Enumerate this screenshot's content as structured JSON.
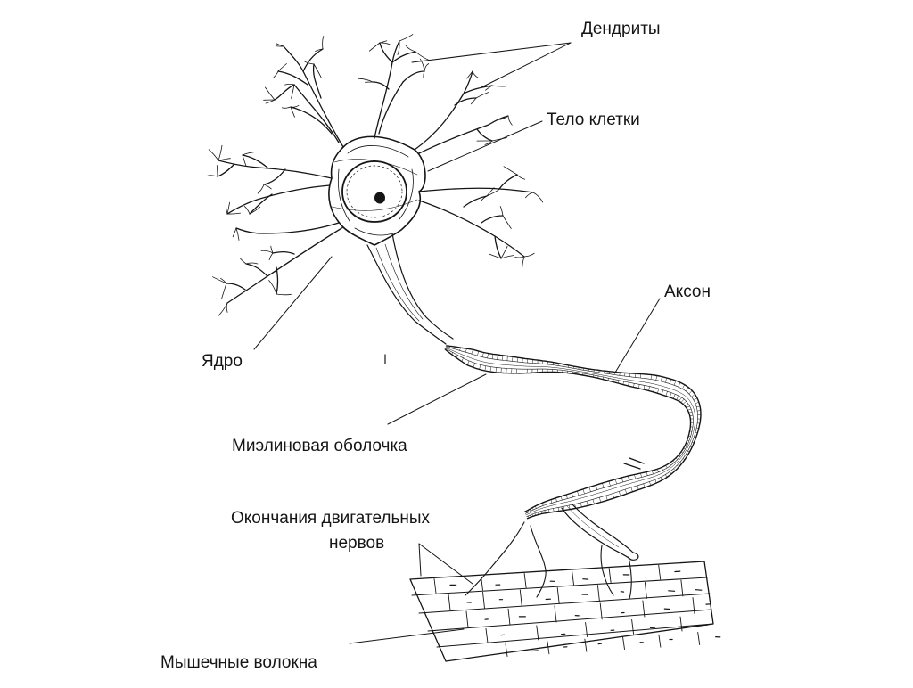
{
  "labels": {
    "dendrites": "Дендриты",
    "cell_body": "Тело клетки",
    "axon": "Аксон",
    "nucleus": "Ядро",
    "myelin_sheath": "Миэлиновая оболочка",
    "motor_nerve_endings_line1": "Окончания двигательных",
    "motor_nerve_endings_line2": "нервов",
    "muscle_fibers": "Мышечные волокна"
  },
  "colors": {
    "ink": "#151515",
    "background": "#ffffff"
  }
}
